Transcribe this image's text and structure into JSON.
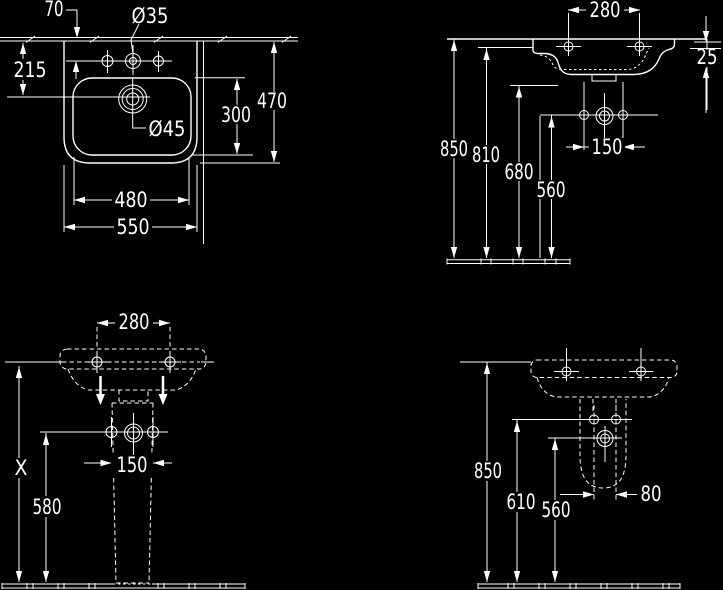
{
  "drawing": {
    "type": "washbasin-technical-drawing",
    "colors": {
      "background": "#000000",
      "line": "#ffffff",
      "text": "#ffffff"
    },
    "views": {
      "plan": {
        "title": "plan-view",
        "labels": {
          "tap_offset": "70",
          "tap_hole_diameter": "Ø35",
          "drain_offset": "215",
          "bowl_depth": "300",
          "overall_depth": "470",
          "drain_diameter": "Ø45",
          "bowl_width": "480",
          "overall_width": "550"
        }
      },
      "side": {
        "title": "side-view-wall-mounted",
        "labels": {
          "hole_spacing": "280",
          "rim_edge": "25",
          "height_rim": "850",
          "height_rim_underside": "810",
          "height_apron": "680",
          "height_fixing": "560",
          "fixing_spacing": "150"
        }
      },
      "front_pedestal": {
        "title": "front-view-with-pedestal",
        "labels": {
          "hole_spacing": "280",
          "height_unknown": "X",
          "height_fixing": "580",
          "fixing_spacing": "150"
        }
      },
      "side_semipedestal": {
        "title": "side-view-with-semipedestal",
        "labels": {
          "height_rim": "850",
          "height_fixing": "610",
          "height_drain": "560",
          "fixing_spacing": "80"
        }
      }
    }
  }
}
